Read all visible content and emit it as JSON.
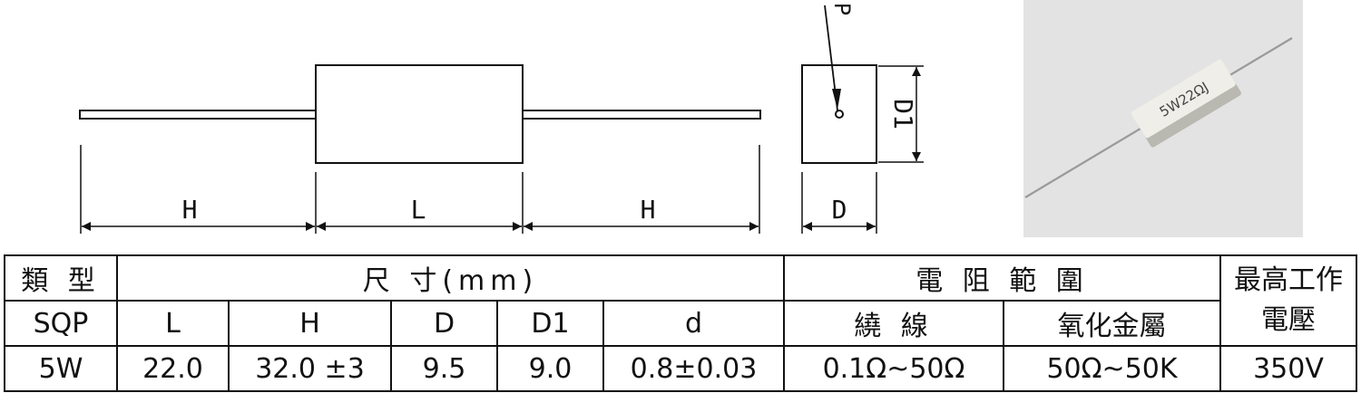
{
  "drawing": {
    "side_labels": {
      "h_left": "H",
      "l": "L",
      "h_right": "H"
    },
    "end_labels": {
      "d1": "D1",
      "d": "D",
      "p": "P"
    }
  },
  "photo": {
    "marking": "5W22ΩJ",
    "colors": {
      "body": "#efeee8",
      "shadow": "#b9b8b1",
      "background": "#e3e3e3",
      "lead": "#9a9a9a"
    }
  },
  "table": {
    "header": {
      "type_label": "類 型",
      "size_label": "尺 寸(mm)",
      "resistance_label": "電 阻 範 圍",
      "max_voltage_label": "最高工作電壓"
    },
    "columns": {
      "model": "SQP",
      "l": "L",
      "h": "H",
      "d": "D",
      "d1": "D1",
      "lead_d": "d",
      "wirewound": "繞 線",
      "metal_oxide": "氧化金屬"
    },
    "rows": [
      {
        "power": "5W",
        "l": "22.0",
        "h": "32.0 ±3",
        "d": "9.5",
        "d1": "9.0",
        "lead_d": "0.8±0.03",
        "wirewound": "0.1Ω~50Ω",
        "metal_oxide": "50Ω~50K",
        "max_voltage": "350V"
      }
    ]
  }
}
